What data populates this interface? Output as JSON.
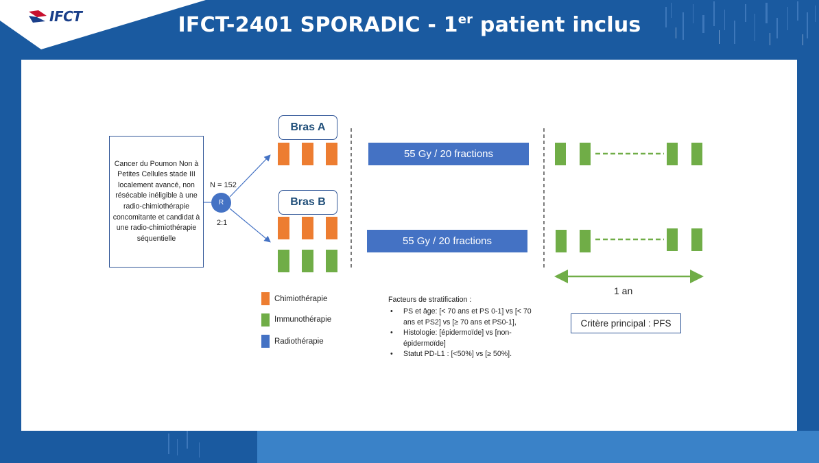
{
  "header": {
    "logo_text": "IFCT",
    "title_main": "IFCT-2401 SPORADIC - 1",
    "title_sup": "er",
    "title_rest": " patient inclus"
  },
  "diagram": {
    "condition": "Cancer du Poumon Non à Petites Cellules stade III localement avancé, non résécable inéligible à une radio-chimiothérapie concomitante et candidat à une radio-chimiothérapie séquentielle",
    "randomization": {
      "symbol": "R",
      "n_label": "N = 152",
      "ratio_label": "2:1"
    },
    "arm_a": {
      "label": "Bras A",
      "radiotherapy": "55 Gy / 20 fractions"
    },
    "arm_b": {
      "label": "Bras B",
      "radiotherapy": "55 Gy / 20 fractions"
    },
    "duration_label": "1 an",
    "primary_endpoint": "Critère principal : PFS"
  },
  "legend": [
    {
      "label": "Chimiothérapie",
      "color": "#ed7d31"
    },
    {
      "label": "Immunothérapie",
      "color": "#70ad47"
    },
    {
      "label": "Radiothérapie",
      "color": "#4472c4"
    }
  ],
  "stratification": {
    "title": "Facteurs de stratification :",
    "items": [
      "PS et âge: [< 70 ans et PS 0-1] vs [< 70 ans et PS2] vs [≥ 70 ans et PS0-1],",
      "Histologie: [épidermoïde] vs [non-épidermoïde]",
      "Statut PD-L1 : [<50%] vs [≥ 50%]."
    ]
  },
  "colors": {
    "chemo": "#ed7d31",
    "immuno": "#70ad47",
    "radio": "#4472c4",
    "frame": "#2f5597",
    "brand_blue": "#1a5aa0"
  }
}
